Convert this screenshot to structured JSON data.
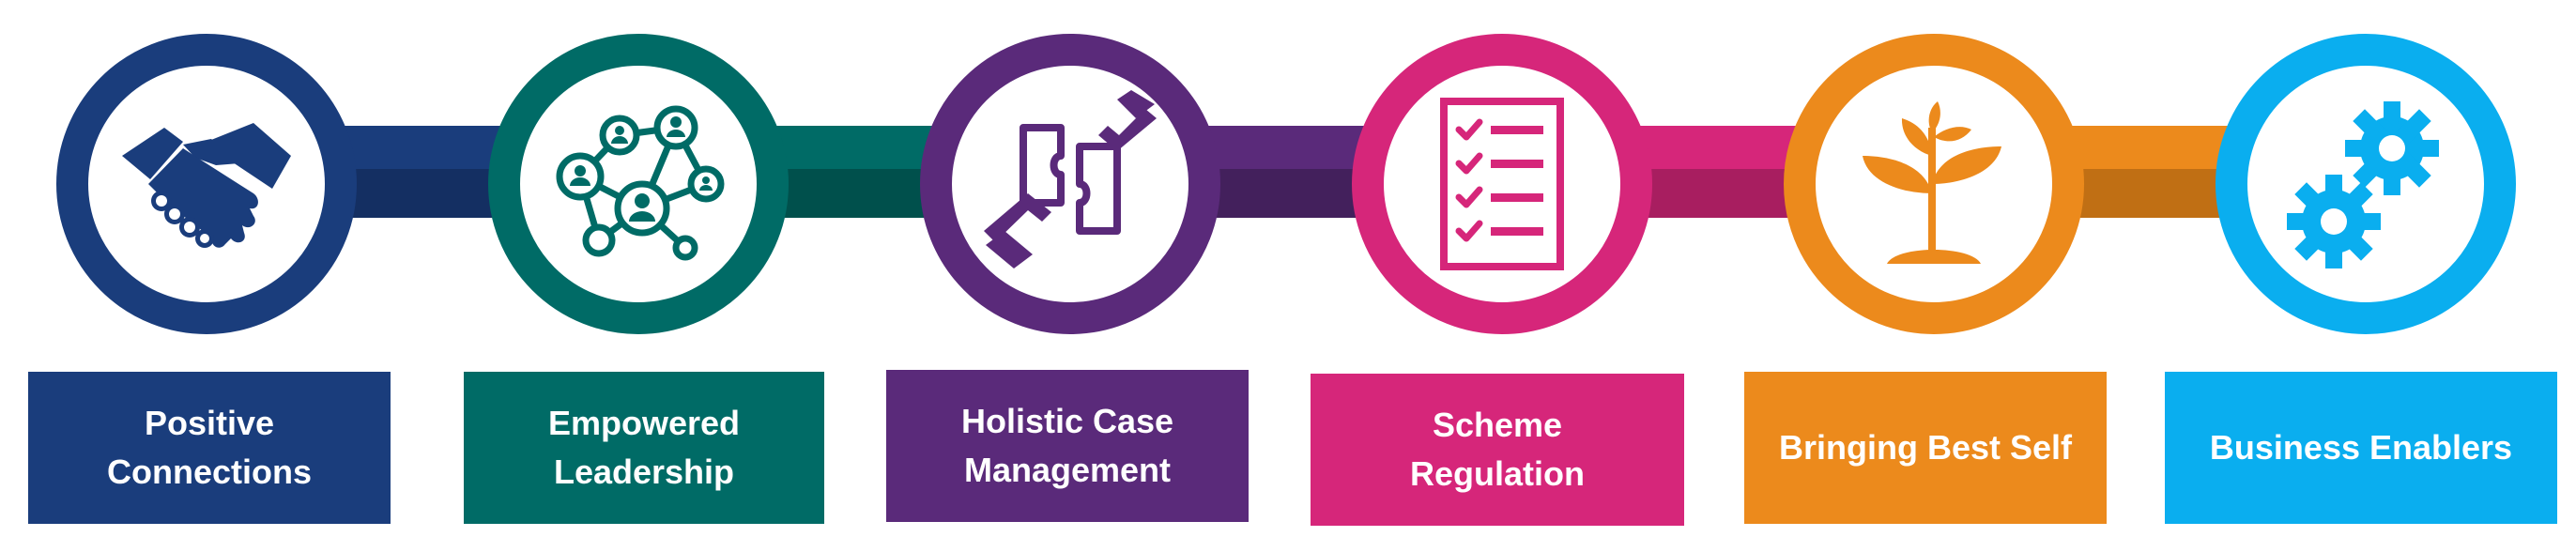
{
  "colors": {
    "navy": "#1a3d7c",
    "teal": "#006b66",
    "purple": "#5a2a7a",
    "magenta": "#d6267a",
    "orange": "#ec8a1c",
    "sky": "#0aaeef"
  },
  "pillars": [
    {
      "label_line1": "Positive",
      "label_line2": "Connections",
      "icon": "handshake-icon",
      "color": "#1a3d7c"
    },
    {
      "label_line1": "Empowered",
      "label_line2": "Leadership",
      "icon": "network-people-icon",
      "color": "#006b66"
    },
    {
      "label_line1": "Holistic Case",
      "label_line2": "Management",
      "icon": "puzzle-hands-icon",
      "color": "#5a2a7a"
    },
    {
      "label_line1": "Scheme",
      "label_line2": "Regulation",
      "icon": "checklist-icon",
      "color": "#d6267a"
    },
    {
      "label_line1": "Bringing Best Self",
      "label_line2": "",
      "icon": "growing-plant-icon",
      "color": "#ec8a1c"
    },
    {
      "label_line1": "Business Enablers",
      "label_line2": "",
      "icon": "gears-icon",
      "color": "#0aaeef"
    }
  ]
}
